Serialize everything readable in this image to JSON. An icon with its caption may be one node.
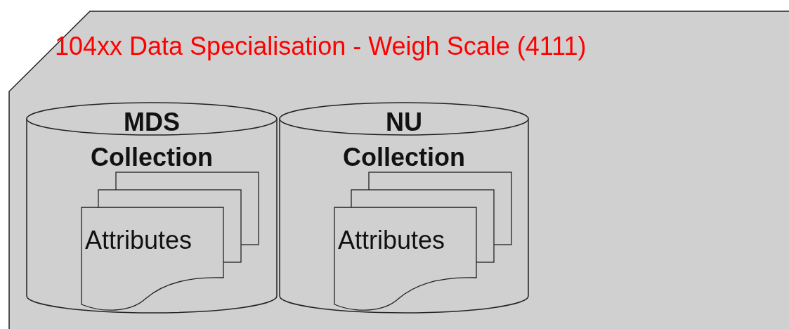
{
  "diagram": {
    "nodes": [
      {
        "text": [
          "104xx Data Specialisation - Weigh Scale (4111)"
        ]
      },
      {
        "text": [
          "MDS Collection"
        ],
        "in": 0
      },
      {
        "text": [
          "Attributes"
        ],
        "in": 1
      },
      {
        "text": [
          "NU Collection"
        ],
        "in": 0
      },
      {
        "text": [
          "Attributes"
        ],
        "in": 3
      }
    ],
    "edges": []
  }
}
